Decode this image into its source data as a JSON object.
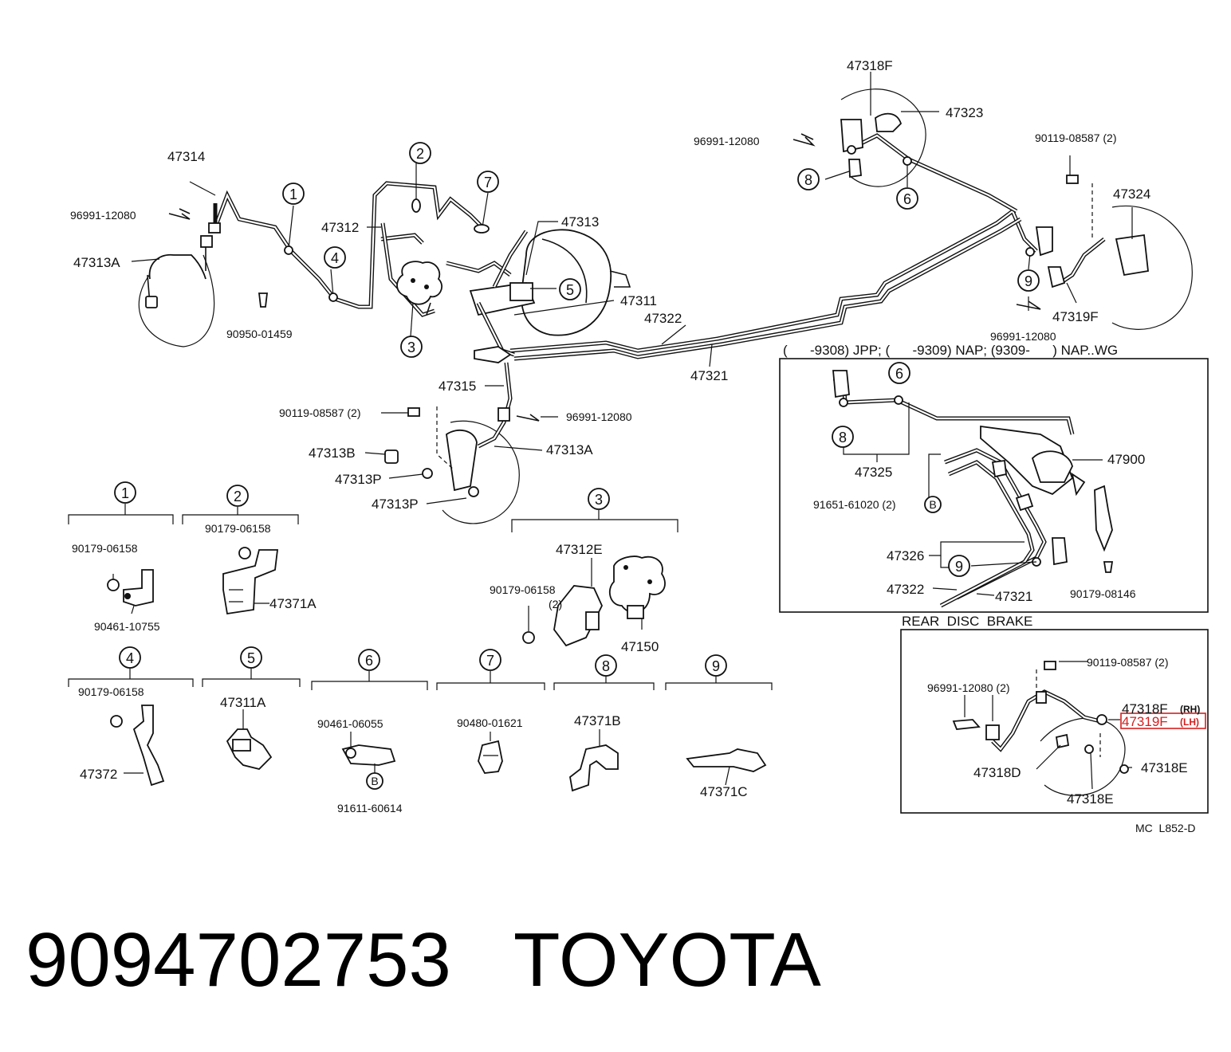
{
  "diagram": {
    "labels": {
      "p47318F_top": "47318F",
      "p47323": "47323",
      "p96991_top": "96991-12080",
      "p90119_topright": "90119-08587 (2)",
      "p47324": "47324",
      "p47319F_right": "47319F",
      "p96991_right": "96991-12080",
      "p47314": "47314",
      "p96991_left": "96991-12080",
      "p47313A_left": "47313A",
      "p90950": "90950-01459",
      "p47312": "47312",
      "p47313": "47313",
      "p47311": "47311",
      "p47322": "47322",
      "p47321": "47321",
      "p47315": "47315",
      "p90119_mid": "90119-08587 (2)",
      "p96991_mid": "96991-12080",
      "p47313A_mid": "47313A",
      "p47313B": "47313B",
      "p47313P_1": "47313P",
      "p47313P_2": "47313P",
      "inset_header": "(      -9308) JPP; (      -9309) NAP; (9309-      ) NAP..WG",
      "p47325": "47325",
      "p47900": "47900",
      "p91651": "91651-61020 (2)",
      "p47326": "47326",
      "p47322_inset": "47322",
      "p47321_inset": "47321",
      "p90179_08146": "90179-08146",
      "rear_disc": "REAR  DISC  BRAKE",
      "p90119_rear": "90119-08587 (2)",
      "p96991_rear": "96991-12080 (2)",
      "p47318F_rear": "47318F",
      "rh": "(RH)",
      "p47319F_rear": "47319F",
      "lh": "(LH)",
      "p47318D": "47318D",
      "p47318E_1": "47318E",
      "p47318E_2": "47318E",
      "code": "MC  L852-D",
      "g1_90179": "90179-06158",
      "g1_90461": "90461-10755",
      "g2_90179": "90179-06158",
      "g2_47371A": "47371A",
      "g3_47312E": "47312E",
      "g3_90179": "90179-06158",
      "g3_qty": "(2)",
      "g3_47150": "47150",
      "g4_90179": "90179-06158",
      "g4_47372": "47372",
      "g5_47311A": "47311A",
      "g6_90461": "90461-06055",
      "g6_91611": "91611-60614",
      "g7_90480": "90480-01621",
      "g8_47371B": "47371B",
      "g9_47371C": "47371C",
      "circ_1": "1",
      "circ_2": "2",
      "circ_3": "3",
      "circ_4": "4",
      "circ_5": "5",
      "circ_6": "6",
      "circ_7": "7",
      "circ_8": "8",
      "circ_9": "9",
      "circ_B": "B"
    }
  },
  "footer": {
    "part_number": "9094702753",
    "brand": "TOYOTA"
  },
  "colors": {
    "highlight": "#d42020",
    "ink": "#111111"
  }
}
